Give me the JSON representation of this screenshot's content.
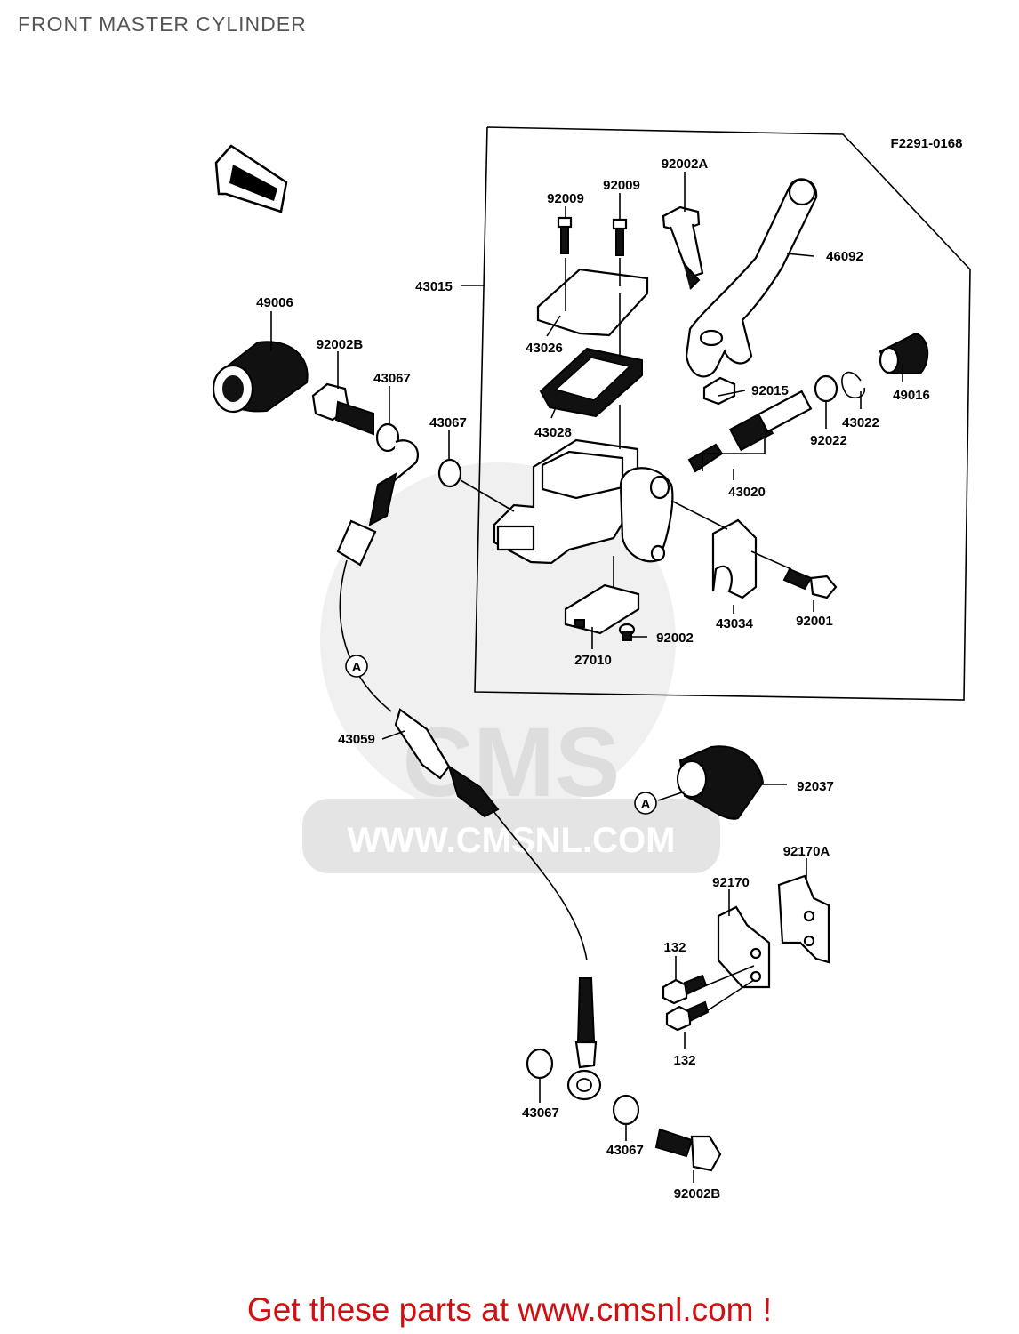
{
  "title": "FRONT MASTER CYLINDER",
  "diagram_code": "F2291-0168",
  "watermark": {
    "brand": "CMS",
    "url": "WWW.CMSNL.COM"
  },
  "callouts": [
    "92002A",
    "92009",
    "92009",
    "46092",
    "43015",
    "43026",
    "43028",
    "92015",
    "49016",
    "43022",
    "92022",
    "43020",
    "49006",
    "92002B",
    "43067",
    "43067",
    "43034",
    "92001",
    "27010",
    "92002",
    "43059",
    "92037",
    "92170A",
    "92170",
    "132",
    "132",
    "43067",
    "43067",
    "92002B"
  ],
  "connector_marker": "A",
  "footer": "Get these parts at www.cmsnl.com !"
}
